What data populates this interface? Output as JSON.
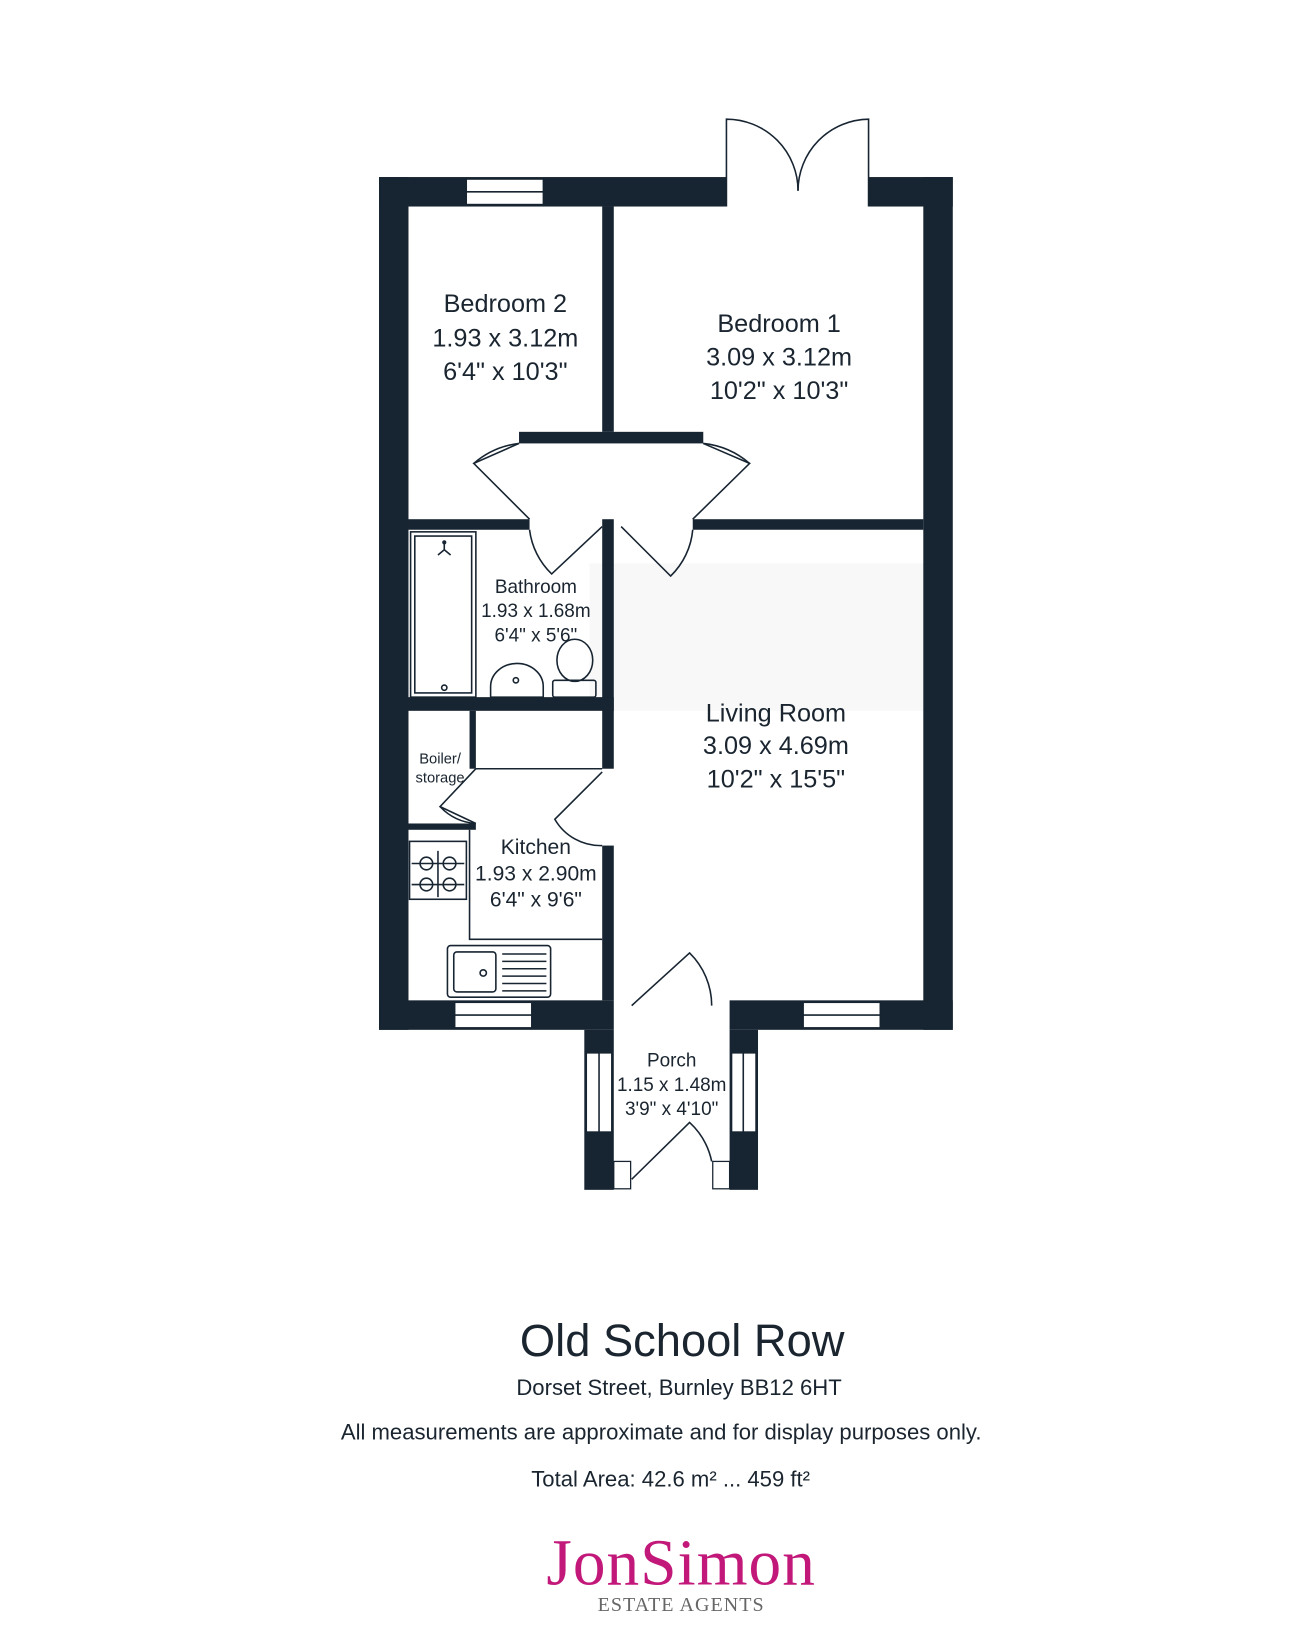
{
  "rooms": {
    "bedroom2": {
      "name": "Bedroom 2",
      "metric": "1.93 x 3.12m",
      "imperial": "6'4\" x 10'3\""
    },
    "bedroom1": {
      "name": "Bedroom 1",
      "metric": "3.09 x 3.12m",
      "imperial": "10'2\" x 10'3\""
    },
    "bathroom": {
      "name": "Bathroom",
      "metric": "1.93 x 1.68m",
      "imperial": "6'4\" x 5'6\""
    },
    "living": {
      "name": "Living Room",
      "metric": "3.09 x 4.69m",
      "imperial": "10'2\" x 15'5\""
    },
    "boiler": {
      "name1": "Boiler/",
      "name2": "storage"
    },
    "kitchen": {
      "name": "Kitchen",
      "metric": "1.93 x 2.90m",
      "imperial": "6'4\" x 9'6\""
    },
    "porch": {
      "name": "Porch",
      "metric": "1.15 x 1.48m",
      "imperial": "3'9\" x 4'10\""
    }
  },
  "property": {
    "title": "Old School Row",
    "address": "Dorset Street, Burnley BB12 6HT",
    "disclaimer": "All measurements are approximate and for display purposes only.",
    "total_area": "Total Area: 42.6 m² ... 459 ft²"
  },
  "logo": {
    "name": "JonSimon",
    "tagline": "ESTATE AGENTS",
    "color": "#c2187a"
  },
  "colors": {
    "wall": "#172431"
  }
}
